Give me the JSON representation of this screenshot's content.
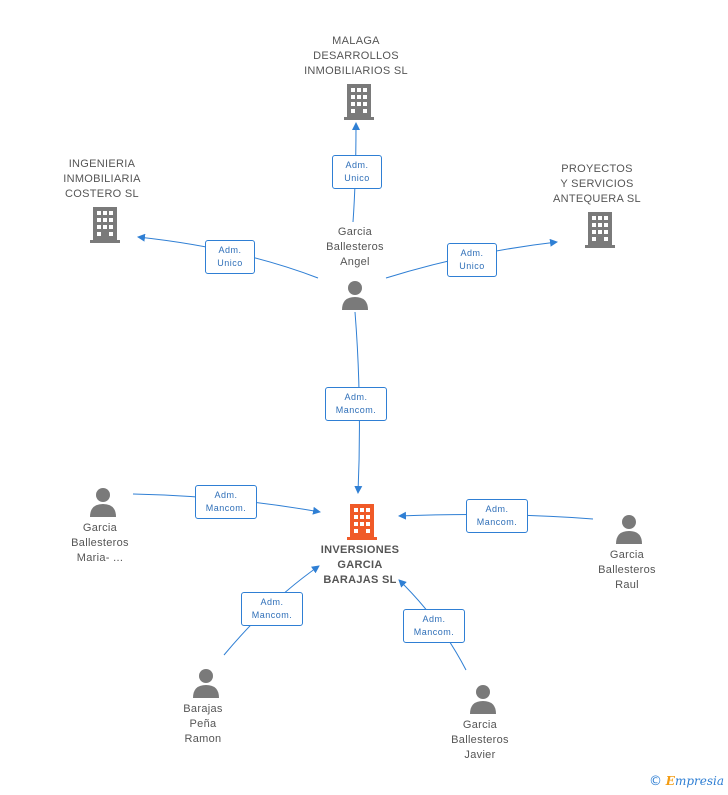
{
  "colors": {
    "edge": "#2f7fd4",
    "company": "#7a7a7a",
    "company_main": "#f05a28",
    "person": "#7a7a7a"
  },
  "nodes": {
    "malaga": {
      "label": [
        "MALAGA",
        "DESARROLLOS",
        "INMOBILIARIOS SL"
      ],
      "icon": "building-icon"
    },
    "ingenieria": {
      "label": [
        "INGENIERIA",
        "INMOBILIARIA",
        "COSTERO SL"
      ],
      "icon": "building-icon"
    },
    "proyectos": {
      "label": [
        "PROYECTOS",
        "Y SERVICIOS",
        "ANTEQUERA SL"
      ],
      "icon": "building-icon"
    },
    "angel": {
      "label": [
        "Garcia",
        "Ballesteros",
        "Angel"
      ],
      "icon": "person-icon"
    },
    "inversiones": {
      "label": [
        "INVERSIONES",
        "GARCIA",
        "BARAJAS SL"
      ],
      "icon": "building-icon"
    },
    "maria": {
      "label": [
        "Garcia",
        "Ballesteros",
        "Maria- ..."
      ],
      "icon": "person-icon"
    },
    "raul": {
      "label": [
        "Garcia",
        "Ballesteros",
        "Raul"
      ],
      "icon": "person-icon"
    },
    "ramon": {
      "label": [
        "Barajas",
        "Peña",
        "Ramon"
      ],
      "icon": "person-icon"
    },
    "javier": {
      "label": [
        "Garcia",
        "Ballesteros",
        "Javier"
      ],
      "icon": "person-icon"
    }
  },
  "edges": [
    {
      "from": "angel",
      "to": "malaga",
      "label": [
        "Adm.",
        "Unico"
      ]
    },
    {
      "from": "angel",
      "to": "ingenieria",
      "label": [
        "Adm.",
        "Unico"
      ]
    },
    {
      "from": "angel",
      "to": "proyectos",
      "label": [
        "Adm.",
        "Unico"
      ]
    },
    {
      "from": "angel",
      "to": "inversiones",
      "label": [
        "Adm.",
        "Mancom."
      ]
    },
    {
      "from": "maria",
      "to": "inversiones",
      "label": [
        "Adm.",
        "Mancom."
      ]
    },
    {
      "from": "raul",
      "to": "inversiones",
      "label": [
        "Adm.",
        "Mancom."
      ]
    },
    {
      "from": "ramon",
      "to": "inversiones",
      "label": [
        "Adm.",
        "Mancom."
      ]
    },
    {
      "from": "javier",
      "to": "inversiones",
      "label": [
        "Adm.",
        "Mancom."
      ]
    }
  ],
  "footer": {
    "copyright": "©",
    "brand_first": "E",
    "brand_rest": "mpresia"
  }
}
